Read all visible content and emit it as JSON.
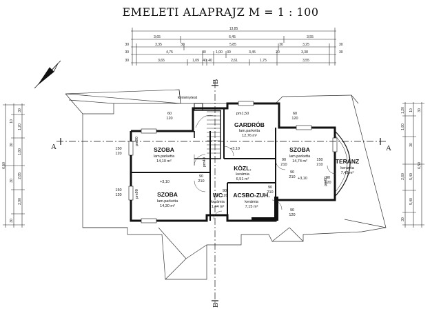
{
  "title": "EMELETI ALAPRAJZ M = 1 : 100",
  "sections": {
    "a": "A",
    "b": "B"
  },
  "top_dimensions": {
    "row1": [
      "13,85"
    ],
    "row2": [
      "3,65",
      "6,45",
      "3,55"
    ],
    "row3": [
      "30",
      "3,35",
      "30",
      "5,85",
      "30",
      "3,25",
      "30"
    ],
    "row4": [
      "30",
      "4,75",
      "30",
      "1,00",
      "30",
      "3,45",
      "20",
      "3,38",
      "30"
    ],
    "row5": [
      "30",
      "3,65",
      "1,09",
      "40",
      "40",
      "2,61",
      "1,75",
      "3,55"
    ]
  },
  "left_dimensions": [
    "30",
    "1,20",
    "10",
    "1,80",
    "30",
    "6,50",
    "2,85",
    "30",
    "2,90",
    "30"
  ],
  "right_dimensions": [
    "1,20",
    "10",
    "30",
    "1,80",
    "30",
    "6,50",
    "5,40",
    "2,60",
    "5,40",
    "30"
  ],
  "rooms": [
    {
      "name": "GARDRÓB",
      "floor": "lam.parketta",
      "area": "12,76 m²"
    },
    {
      "name": "SZOBA",
      "floor": "lam.parketta",
      "area": "14,10 m²"
    },
    {
      "name": "SZOBA",
      "floor": "lam.parketta",
      "area": "14,74 m²"
    },
    {
      "name": "KÖZL.",
      "floor": "kerámia",
      "area": "6,51 m²"
    },
    {
      "name": "SZOBA",
      "floor": "lam.parketta",
      "area": "14,30 m²"
    },
    {
      "name": "WC",
      "floor": "kerámia",
      "area": "1,44 m²"
    },
    {
      "name": "ACSBO-ZUH.",
      "floor": "kerámia",
      "area": "7,15 m²"
    },
    {
      "name": "TERANZ",
      "floor": "kerámia",
      "area": "7,43 m²"
    }
  ],
  "plan_labels": {
    "chimney": "kéménytest",
    "ceiling_h1": "pm1,50",
    "level_1": "+3,10",
    "level_2": "+3,10",
    "level_3": "+3,10",
    "door_w1": "60",
    "door_h1": "120",
    "door_w2": "60",
    "door_h2": "120",
    "door_w3": "150",
    "door_h3": "120",
    "door_w4": "90",
    "door_h4": "210",
    "door_w5": "150",
    "door_h5": "210",
    "door_w6": "90",
    "door_h6": "210",
    "door_w7": "150",
    "door_h7": "120",
    "door_w8": "90",
    "door_h8": "120",
    "door_w9": "90",
    "door_h9": "210",
    "door_w10": "90",
    "door_h10": "120",
    "door_w11": "90",
    "door_h11": "210",
    "door_w12": "90",
    "door_h12": "120",
    "sill_1": "pm90",
    "sill_2": "pm90",
    "sill_3": "pm60",
    "sill_4": "pm40"
  }
}
